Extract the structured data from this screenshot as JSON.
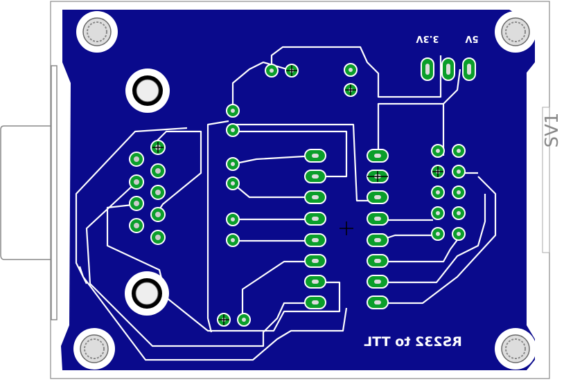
{
  "board": {
    "title_mirrored": "RS232 to TTL",
    "header_label": "SV1",
    "pin_label_3v3": "3.3V",
    "pin_label_5v": "5V"
  },
  "colors": {
    "board_fill": "#0a0a8c",
    "trace": "#ffffff",
    "pad": "#0a9e2a",
    "hole": "#ffffff",
    "outline": "#888888"
  }
}
